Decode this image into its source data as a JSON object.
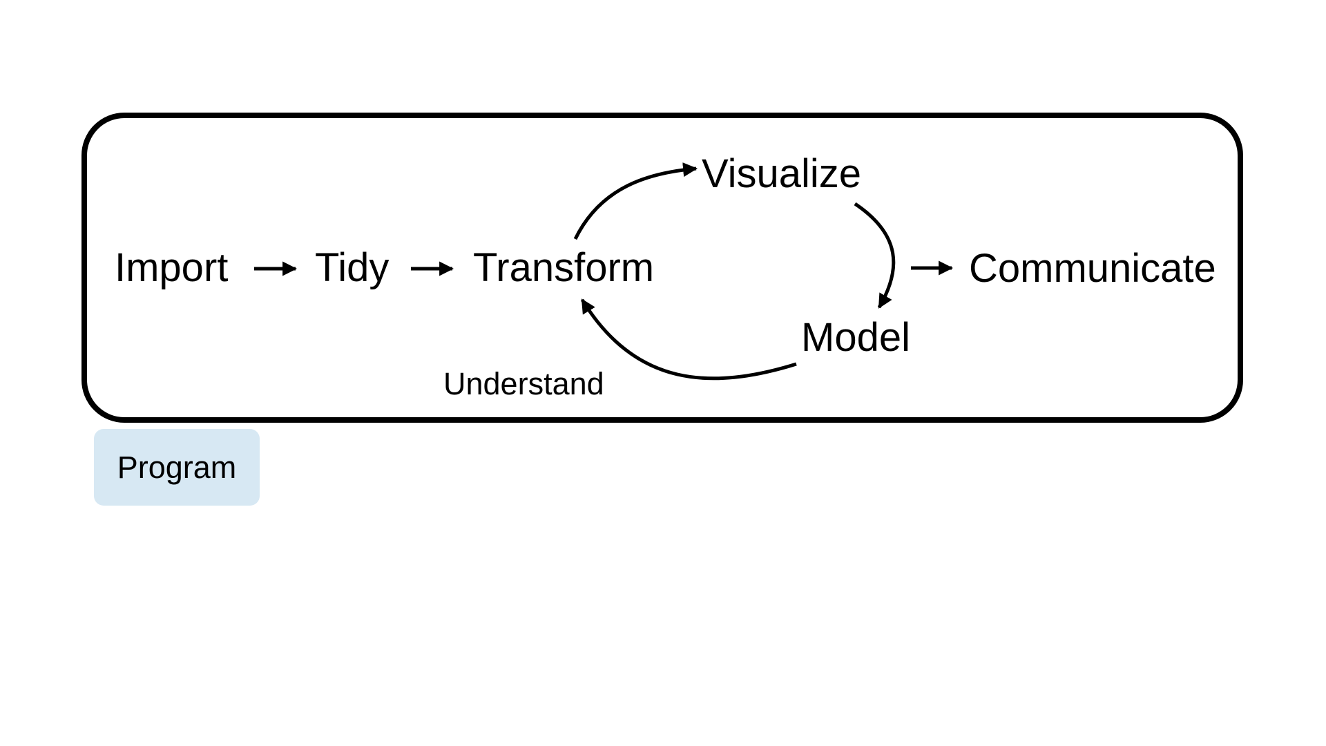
{
  "diagram": {
    "title": "Data science workflow",
    "nodes": {
      "import": "Import",
      "tidy": "Tidy",
      "transform": "Transform",
      "visualize": "Visualize",
      "model": "Model",
      "communicate": "Communicate"
    },
    "group_label": "Understand",
    "program_label": "Program",
    "colors": {
      "stroke": "#000000",
      "program_fill": "#d7e8f3"
    },
    "edges": [
      {
        "from": "Import",
        "to": "Tidy"
      },
      {
        "from": "Tidy",
        "to": "Transform"
      },
      {
        "from": "Transform",
        "to": "Visualize"
      },
      {
        "from": "Visualize",
        "to": "Model"
      },
      {
        "from": "Model",
        "to": "Transform"
      },
      {
        "from": "Model",
        "to": "Communicate"
      }
    ]
  }
}
